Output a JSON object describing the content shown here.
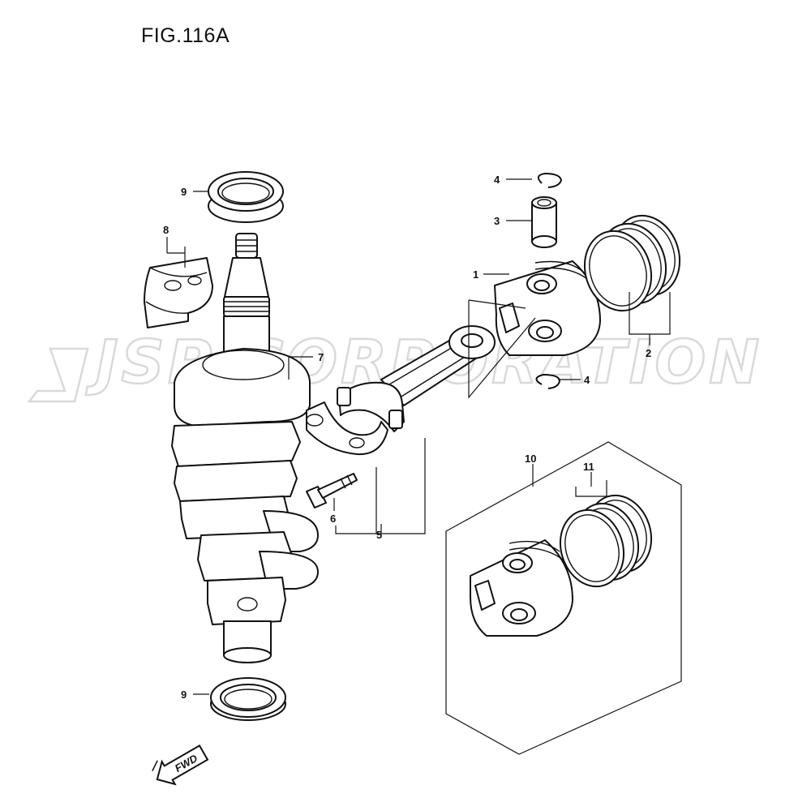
{
  "figure": {
    "title": "FIG.116A"
  },
  "watermark": {
    "text": "JSP CORPORATION"
  },
  "callouts": {
    "p1": "1",
    "p2": "2",
    "p3": "3",
    "p4a": "4",
    "p4b": "4",
    "p5": "5",
    "p6": "6",
    "p7": "7",
    "p8": "8",
    "p9a": "9",
    "p9b": "9",
    "p10": "10",
    "p11": "11"
  },
  "fwd_arrow": {
    "label": "FWD"
  }
}
